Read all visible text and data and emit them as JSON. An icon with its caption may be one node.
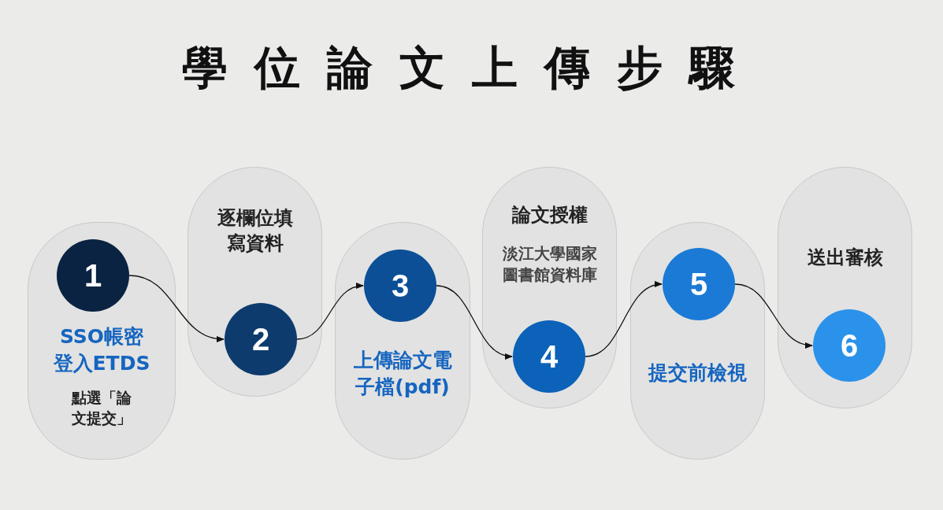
{
  "diagram": {
    "title": "學位論文上傳步驟",
    "nodes": [
      {
        "text": [
          "SSO帳密登入ETDS",
          "點選「論文提交」"
        ]
      },
      {
        "text": [
          "1"
        ],
        "in": 0
      },
      {
        "text": [
          "逐欄位填寫資料"
        ]
      },
      {
        "text": [
          "2"
        ],
        "in": 2
      },
      {
        "text": [
          "上傳論文電子檔(pdf)"
        ]
      },
      {
        "text": [
          "3"
        ],
        "in": 4
      },
      {
        "text": [
          "論文授權",
          "淡江大學國家圖書館資料庫"
        ]
      },
      {
        "text": [
          "4"
        ],
        "in": 6
      },
      {
        "text": [
          "提交前檢視"
        ]
      },
      {
        "text": [
          "5"
        ],
        "in": 8
      },
      {
        "text": [
          "送出審核"
        ]
      },
      {
        "text": [
          "6"
        ],
        "in": 10
      }
    ],
    "edges": [
      {
        "from": 1,
        "to": 3,
        "arrow": "to"
      },
      {
        "from": 3,
        "to": 5,
        "arrow": "to"
      },
      {
        "from": 5,
        "to": 7,
        "arrow": "to"
      },
      {
        "from": 7,
        "to": 9,
        "arrow": "to"
      },
      {
        "from": 9,
        "to": 11,
        "arrow": "to"
      }
    ]
  }
}
